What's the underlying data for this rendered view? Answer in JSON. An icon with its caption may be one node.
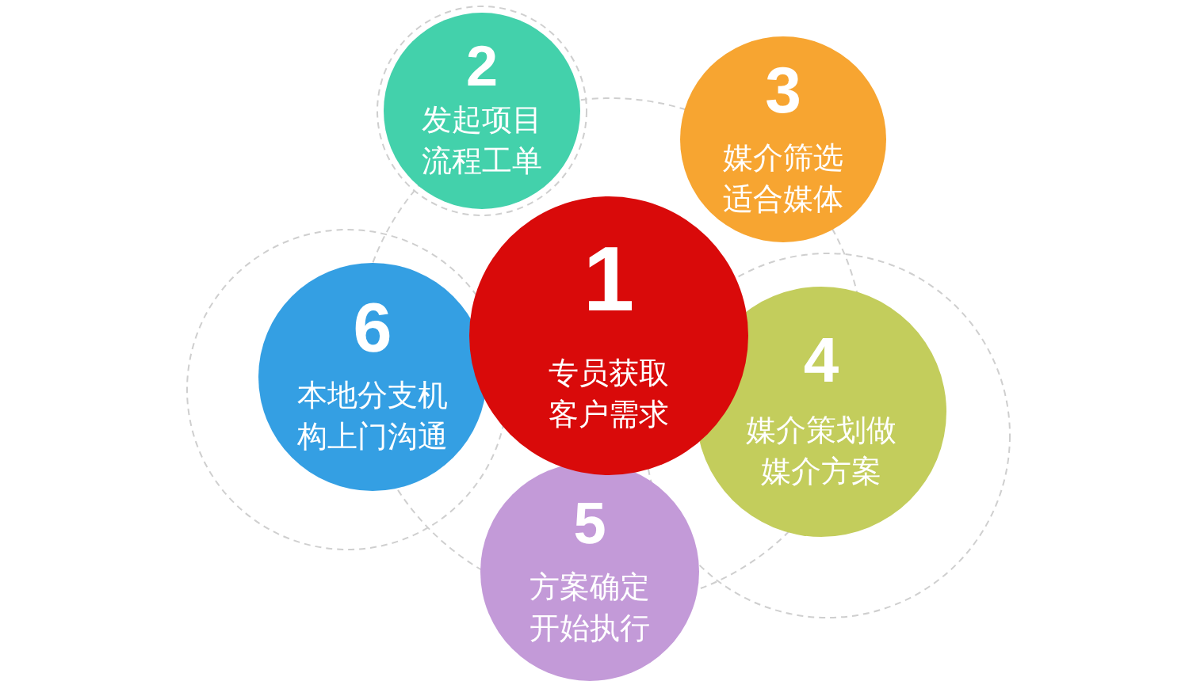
{
  "diagram": {
    "nodes": [
      {
        "text": [
          "1",
          "专员获取客户需求"
        ]
      },
      {
        "text": [
          "2",
          "发起项目流程工单"
        ]
      },
      {
        "text": [
          "3",
          "媒介筛选适合媒体"
        ]
      },
      {
        "text": [
          "4",
          "媒介策划做媒介方案"
        ]
      },
      {
        "text": [
          "5",
          "方案确定开始执行"
        ]
      },
      {
        "text": [
          "6",
          "本地分支机构上门沟通"
        ]
      }
    ]
  }
}
